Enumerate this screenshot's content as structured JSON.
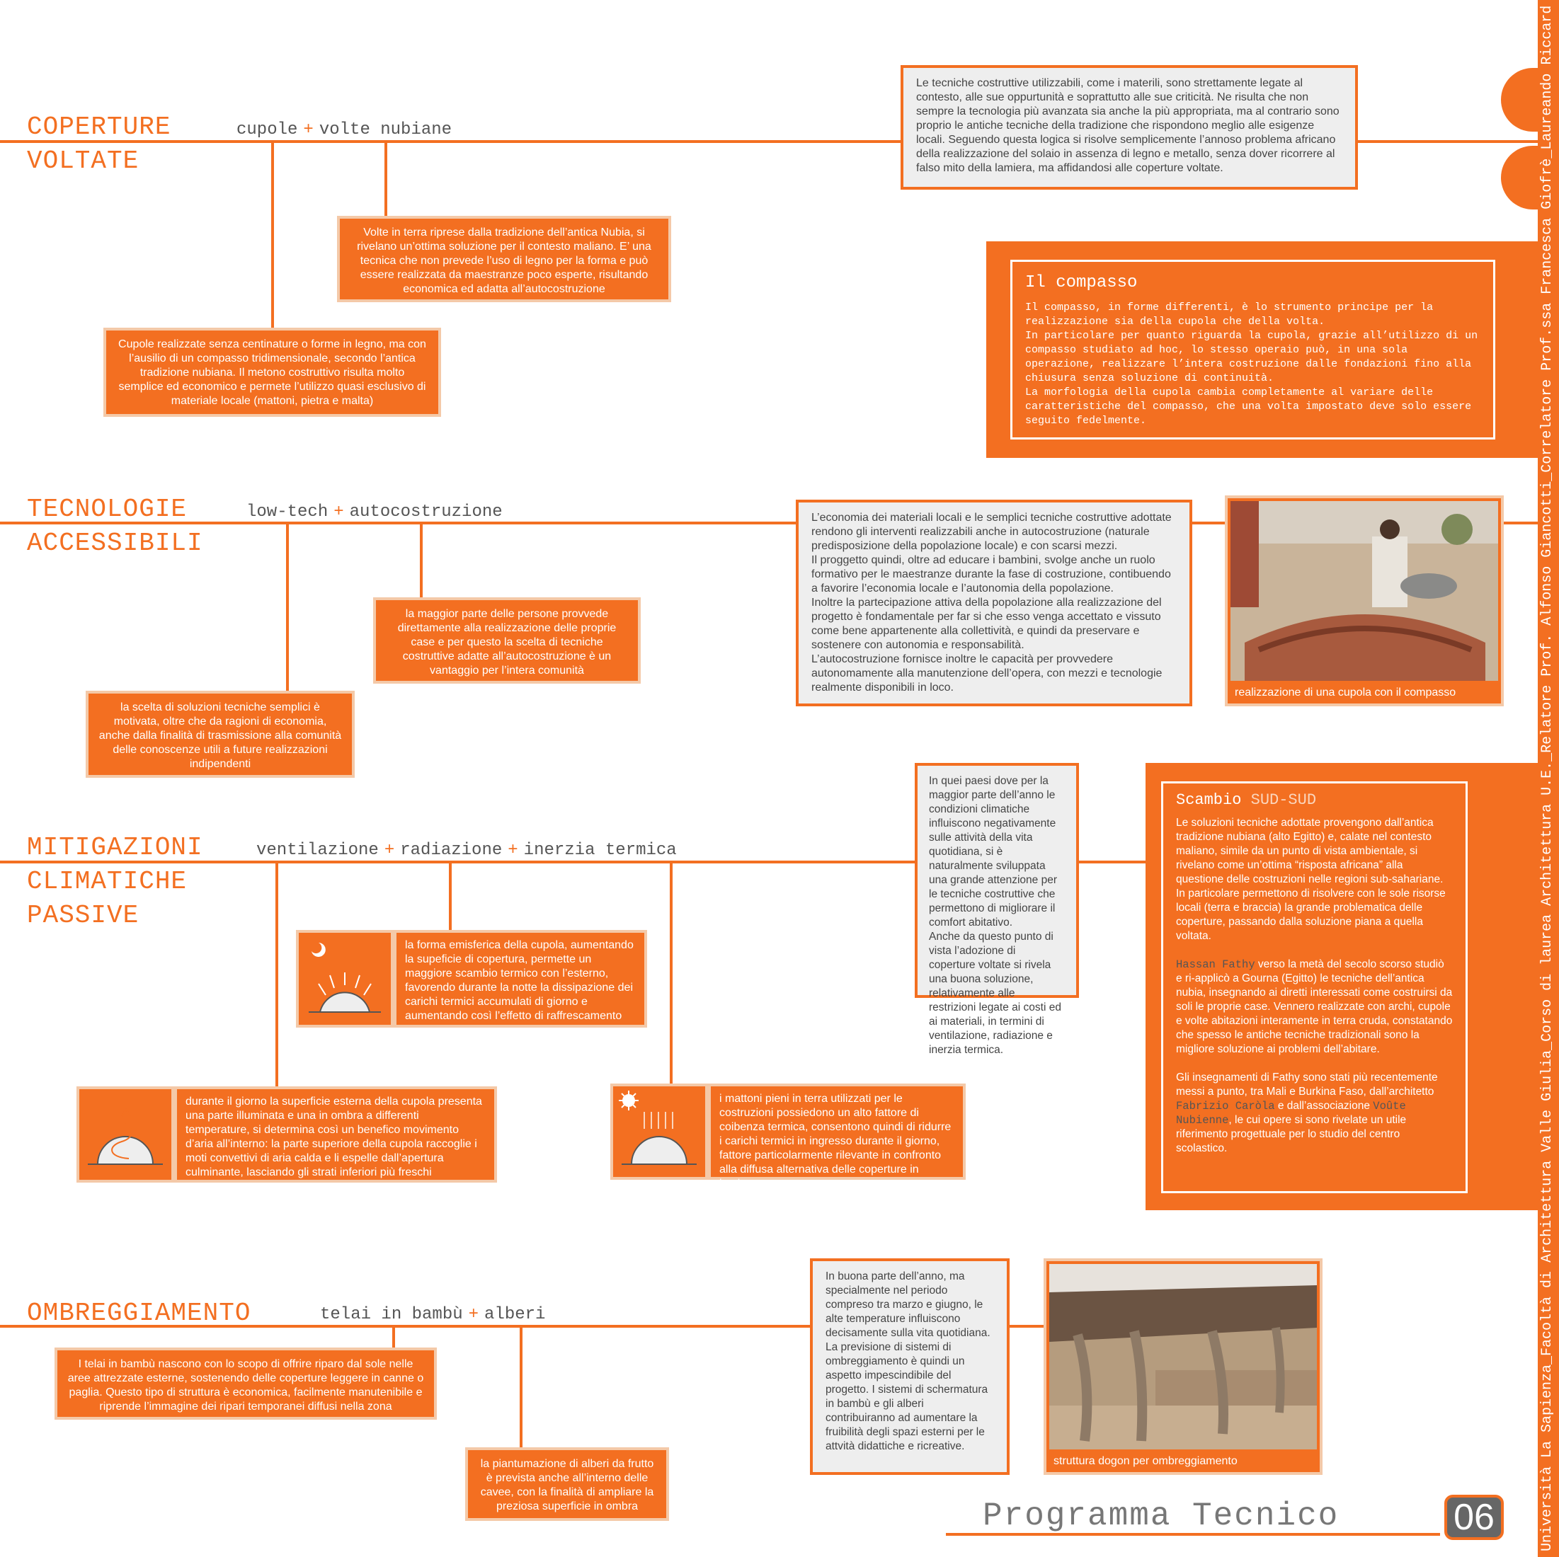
{
  "sections": {
    "coperture": {
      "title": "COPERTURE\nVOLTATE",
      "sub": [
        "cupole",
        "volte nubiane"
      ],
      "box_volte": "Volte in terra riprese dalla tradizione dell’antica Nubia, si rivelano un’ottima soluzione per il contesto maliano. E’ una tecnica che non prevede l’uso di legno per la forma e può essere realizzata da maestranze poco esperte, risultando economica ed adatta all’autocostruzione",
      "box_cupole": "Cupole realizzate senza centinature o forme in legno, ma con l’ausilio di un compasso tridimensionale, secondo l’antica tradizione nubiana. Il metono costruttivo risulta molto semplice ed economico e permete l’utilizzo quasi esclusivo di materiale locale (mattoni, pietra e malta)",
      "intro": "Le tecniche costruttive utilizzabili, come i materili, sono strettamente legate al contesto, alle sue oppurtunità e soprattutto alle sue criticità. Ne risulta che non sempre la tecnologia più avanzata sia anche la più appropriata, ma al contrario sono proprio le antiche tecniche della tradizione che rispondono meglio alle esigenze locali. Seguendo questa logica si risolve semplicemente l’annoso problema africano della realizzazione del solaio in assenza di legno e metallo, senza dover ricorrere al falso mito della lamiera, ma affidandosi alle coperture voltate.",
      "compasso_title": "Il compasso",
      "compasso_text": "Il compasso, in forme differenti, è lo strumento principe per la realizzazione sia della cupola che della volta.\nIn particolare per quanto riguarda la cupola, grazie all’utilizzo di un compasso studiato ad hoc, lo stesso operaio può, in una sola operazione, realizzare l’intera costruzione dalle fondazioni fino alla chiusura senza soluzione di continuità.\nLa morfologia della cupola cambia completamente al variare delle caratteristiche del compasso, che una volta impostato deve solo essere seguito fedelmente."
    },
    "tecnologie": {
      "title": "TECNOLOGIE\nACCESSIBILI",
      "sub": [
        "low-tech",
        "autocostruzione"
      ],
      "box_a": "la maggior parte delle persone provvede direttamente alla realizzazione delle proprie case e per questo la scelta di tecniche costruttive adatte all’autocostruzione è un vantaggio per l’intera comunità",
      "box_b": "la scelta di soluzioni tecniche semplici è motivata, oltre che da ragioni di economia, anche dalla finalità di trasmissione alla comunità delle conoscenze utili a future realizzazioni indipendenti",
      "text": "L’economia dei materiali locali e le semplici tecniche costruttive adottate rendono gli interventi realizzabili anche in autocostruzione (naturale predisposizione della popolazione locale) e con scarsi mezzi.\nIl proggetto quindi, oltre ad educare i bambini, svolge anche un ruolo formativo per le maestranze durante la fase di costruzione, contibuendo a favorire l’economia locale e l’autonomia della popolazione.\nInoltre la partecipazione attiva della popolazione alla realizzazione del progetto è fondamentale per far si che esso venga accettato e vissuto come bene appartenente alla collettività, e quindi da preservare e sostenere con autonomia e responsabilità.\nL’autocostruzione fornisce inoltre le capacità per provvedere autonomamente alla manutenzione dell’opera, con mezzi e tecnologie realmente disponibili in loco.",
      "photo_caption": "realizzazione di una cupola con il compasso"
    },
    "mitigazioni": {
      "title": "MITIGAZIONI\nCLIMATICHE\nPASSIVE",
      "sub": [
        "ventilazione",
        "radiazione",
        "inerzia termica"
      ],
      "box_notte": "la forma emisferica della cupola, aumentando la supeficie di copertura, permette un maggiore scambio termico con l’esterno, favorendo durante la notte la dissipazione dei carichi termici accumulati di giorno e aumentando così l’effetto di raffrescamento",
      "box_giorno": "durante il giorno la superficie esterna della cupola presenta una parte illuminata e una in ombra a differenti temperature, si determina così un benefico movimento d’aria all’interno: la parte superiore della cupola raccoglie i moti convettivi di aria calda e li espelle dall’apertura culminante, lasciando gli strati inferiori più freschi",
      "box_mattoni": "i mattoni pieni in terra utilizzati per le costruzioni possiedono un alto fattore di coibenza termica, consentono quindi di ridurre i carichi termici in ingresso durante il giorno, fattore particolarmente rilevante in confronto alla diffusa alternativa delle coperture in lamiera",
      "text": "In quei paesi dove per la maggior parte dell’anno le condizioni climatiche influiscono negativamente sulle attività della vita quotidiana, si è naturalmente sviluppata una grande attenzione per le tecniche costruttive che permettono di migliorare il comfort abitativo.\nAnche da questo punto di vista l’adozione di coperture voltate si rivela una buona soluzione, relativamente alle restrizioni legate ai costi ed ai materiali, in termini di ventilazione, radiazione e inerzia termica.",
      "scambio_title_a": "Scambio ",
      "scambio_title_b": "SUD-SUD",
      "scambio_p1": "Le soluzioni tecniche adottate provengono dall’antica tradizione nubiana (alto Egitto) e, calate nel contesto maliano, simile da un punto di vista ambientale, si rivelano come un’ottima “risposta africana” alla questione delle costruzioni nelle regioni sub-sahariane. In particolare permettono di risolvere con le sole risorse locali (terra e braccia) la grande problematica delle coperture, passando dalla soluzione piana a quella voltata.",
      "scambio_name1": "Hassan Fathy",
      "scambio_p2": " verso la metà del secolo scorso studiò e ri-applicò a Gourna (Egitto) le tecniche dell’antica nubia, insegnando ai diretti interessati come costruirsi da soli le proprie case. Vennero realizzate con archi, cupole e volte abitazioni interamente in terra cruda, constatando che spesso le antiche tecniche tradizionali sono la migliore soluzione ai problemi dell’abitare.",
      "scambio_p3a": "Gli insegnamenti di Fathy sono stati più recentemente messi a punto, tra Mali e Burkina Faso, dall’architetto ",
      "scambio_name2": "Fabrizio Caròla",
      "scambio_p3b": " e dall’associazione ",
      "scambio_name3": "Voûte Nubienne",
      "scambio_p3c": ", le cui opere si sono rivelate un utile riferimento progettuale per lo studio del centro scolastico."
    },
    "ombreggiamento": {
      "title": "OMBREGGIAMENTO",
      "sub": [
        "telai in bambù",
        "alberi"
      ],
      "box_telai": "I telai in bambù nascono con lo scopo di offrire riparo dal sole nelle aree attrezzate esterne, sostenendo delle coperture leggere in canne o paglia. Questo tipo di struttura  è economica, facilmente manutenibile e riprende l’immagine dei ripari temporanei diffusi nella zona",
      "box_alberi": "la piantumazione di alberi da frutto è prevista anche all’interno delle cavee, con la finalità di ampliare la preziosa superficie in ombra",
      "text": "In buona parte dell’anno, ma specialmente nel periodo compreso tra marzo e giugno, le alte temperature influiscono decisamente sulla vita quotidiana. La previsione di sistemi di ombreggiamento è quindi un aspetto impescindibile del progetto. I sistemi di schermatura in bambù e gli alberi contribuiranno ad aumentare la fruibilità degli spazi esterni per le attvità didattiche e ricreative.",
      "photo_caption": "struttura dogon per ombreggiamento"
    }
  },
  "footer": {
    "title": "Programma Tecnico",
    "page_number": "06"
  },
  "sidebar": {
    "text": "Università La Sapienza_Facoltà di Architettura Valle Giulia_Corso di laurea Architettura U.E._Relatore Prof. Alfonso Giancotti_Correlatore Prof.ssa Francesca Giofrè_Laureando Riccardo Bernaschi"
  },
  "colors": {
    "accent": "#f36f21",
    "box_border": "#f4c9a8",
    "grey_fill": "#eeeeee",
    "text": "#4a4a4a"
  }
}
